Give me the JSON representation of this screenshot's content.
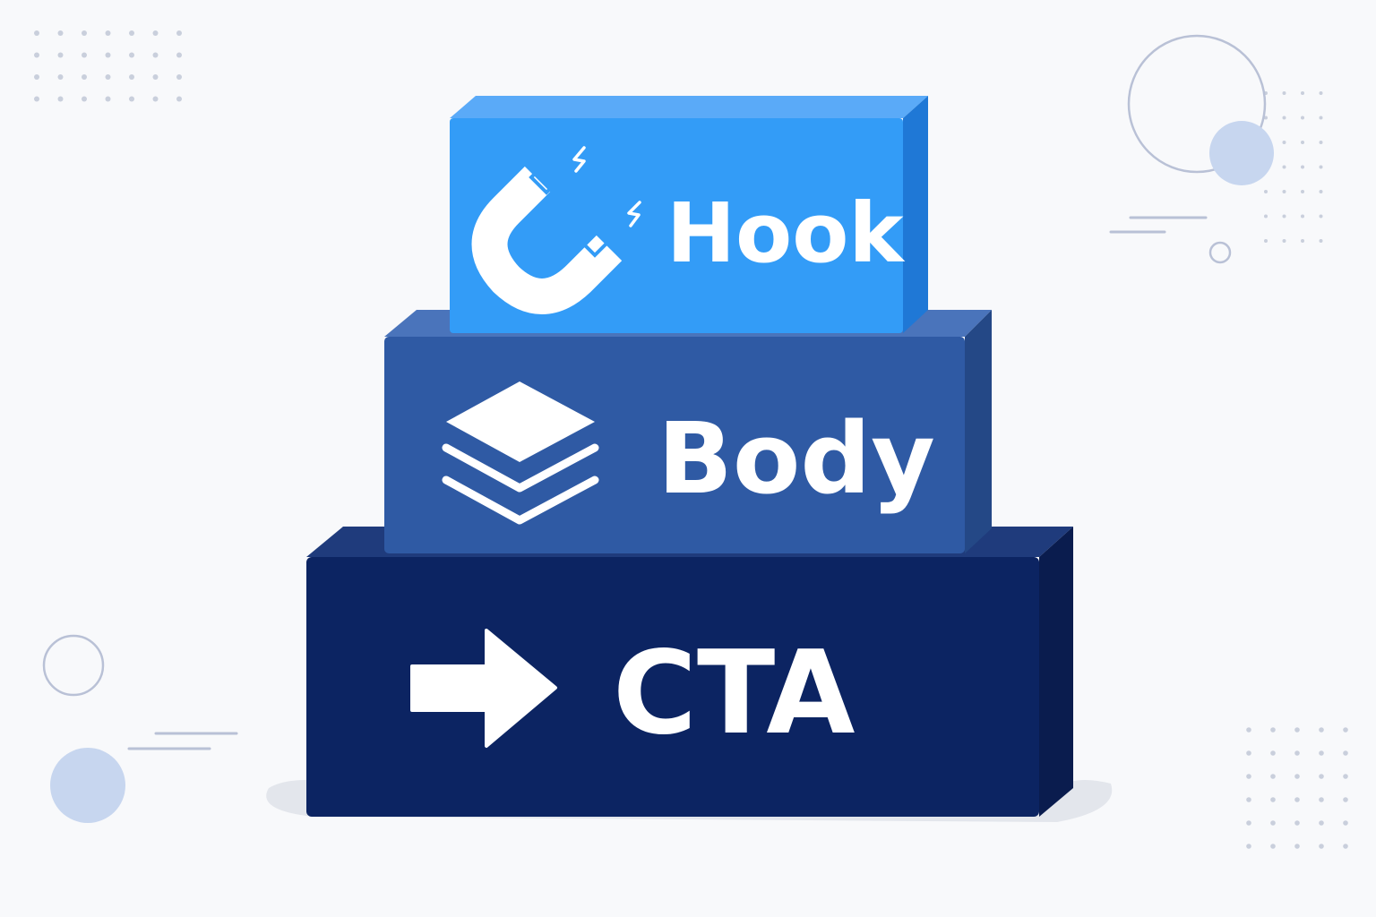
{
  "colors": {
    "background": "#f8f9fb",
    "hook_front": "#339cf7",
    "hook_top": "#5aaaf8",
    "hook_side": "#1f78d6",
    "body_front": "#2f5aa4",
    "body_top": "#4a74bb",
    "body_side": "#244886",
    "cta_front": "#0c2462",
    "cta_top": "#1f3b7c",
    "cta_side": "#0a1c4e",
    "icon": "#ffffff",
    "decor_fill": "#c7d6ef",
    "decor_stroke": "#b9c1d6",
    "decor_dots": "#c9cfdc",
    "shadow": "#e3e6ec"
  },
  "diagram": {
    "blocks": [
      {
        "id": "hook",
        "label": "Hook",
        "icon": "magnet-icon"
      },
      {
        "id": "body",
        "label": "Body",
        "icon": "layers-icon"
      },
      {
        "id": "cta",
        "label": "CTA",
        "icon": "arrow-right-icon"
      }
    ]
  }
}
